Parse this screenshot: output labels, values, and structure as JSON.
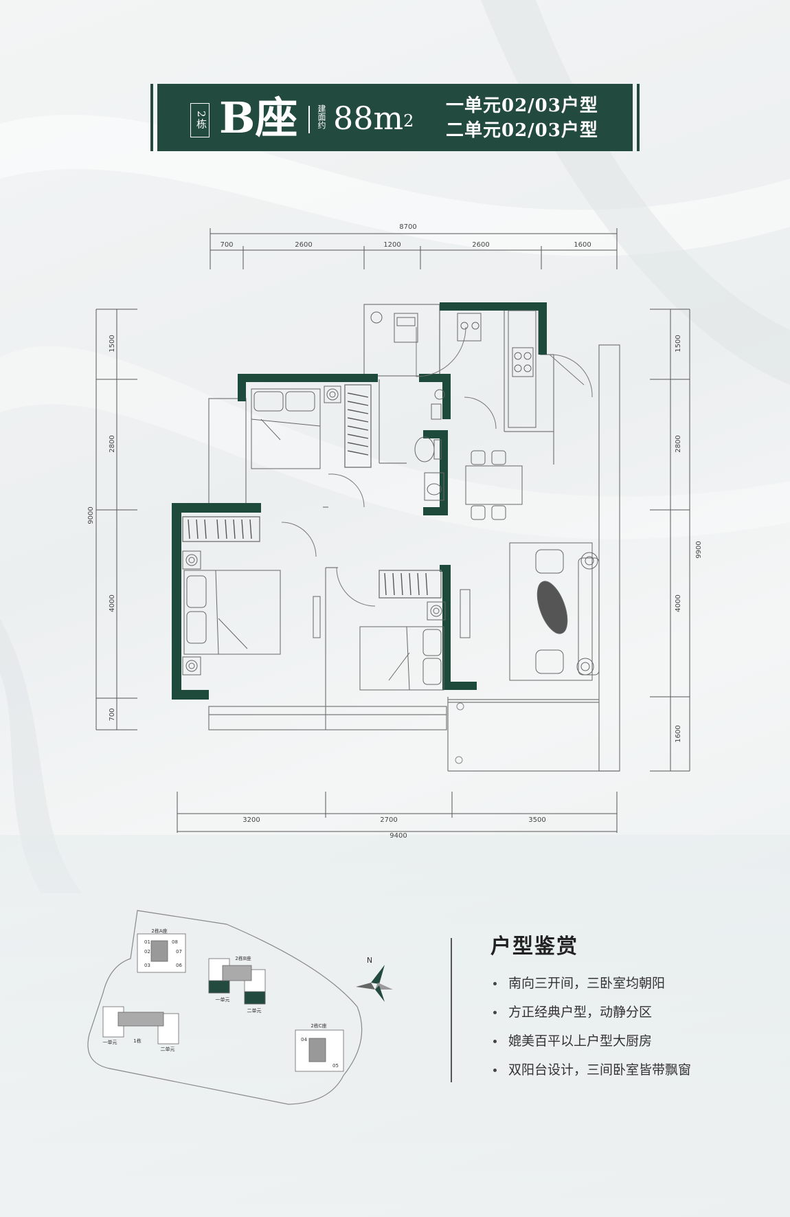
{
  "header": {
    "building": "2栋",
    "seat": "B座",
    "area_label": "建面约",
    "area_value": "88m",
    "area_unit_sup": "2",
    "unit_line_1": "一单元02/03户型",
    "unit_line_2": "二单元02/03户型"
  },
  "dimensions": {
    "top_total": "8700",
    "top_segments": [
      "700",
      "2600",
      "1200",
      "2600",
      "1600"
    ],
    "left_total": "9000",
    "left_segments": [
      "1500",
      "2800",
      "4000",
      "700"
    ],
    "right_total": "9900",
    "right_segments": [
      "1500",
      "2800",
      "4000",
      "1600"
    ],
    "bottom_total": "9400",
    "bottom_segments": [
      "3200",
      "2700",
      "3500"
    ]
  },
  "features": {
    "title": "户型鉴赏",
    "items": [
      "南向三开间，三卧室均朝阳",
      "方正经典户型，动静分区",
      "媲美百平以上户型大厨房",
      "双阳台设计，三间卧室皆带飘窗"
    ]
  },
  "site_plan": {
    "north": "N",
    "building_2a": "2栋A座",
    "building_2b": "2栋B座",
    "building_2c": "2栋C座",
    "building_1": "1栋",
    "unit_1": "一单元",
    "unit_2": "二单元",
    "unit_1b": "一单元",
    "unit_2b": "二单元",
    "n01": "01",
    "n02": "02",
    "n03": "03",
    "n04": "04",
    "n05": "05",
    "n06": "06",
    "n07": "07",
    "n08": "08"
  },
  "colors": {
    "accent": "#234a3e",
    "wall": "#1e4a3c",
    "line": "#555555"
  }
}
